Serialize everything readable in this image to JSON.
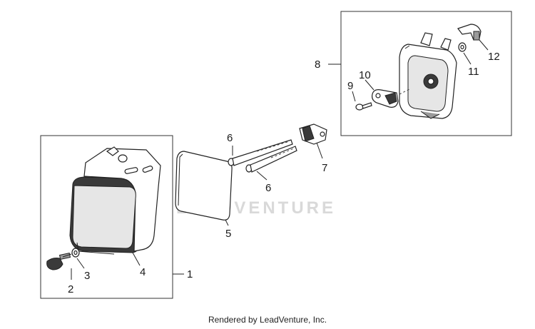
{
  "callouts": {
    "c1": "1",
    "c2": "2",
    "c3": "3",
    "c4": "4",
    "c5": "5",
    "c6a": "6",
    "c6b": "6",
    "c7": "7",
    "c8": "8",
    "c9": "9",
    "c10": "10",
    "c11": "11",
    "c12": "12"
  },
  "watermark": "LEADVENTURE",
  "footer": "Rendered by LeadVenture, Inc."
}
